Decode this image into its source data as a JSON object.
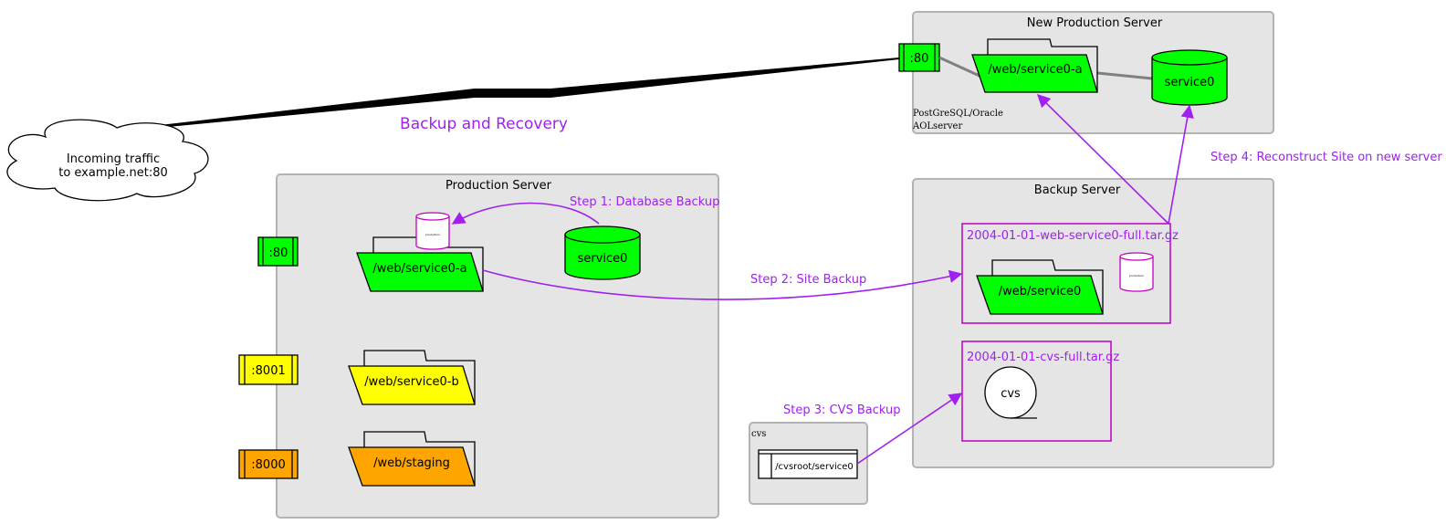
{
  "title": "Backup and Recovery",
  "cloud": {
    "line1": "Incoming traffic",
    "line2": "to example.net:80"
  },
  "clusters": {
    "production": "Production Server",
    "new_production": "New Production Server",
    "backup": "Backup Server",
    "cvs": "cvs"
  },
  "new_production_notes": [
    "PostGreSQL/Oracle",
    "AOLserver"
  ],
  "ports": {
    "p80": ":80",
    "p8001": ":8001",
    "p8000": ":8000",
    "new80": ":80"
  },
  "folders": {
    "prod_a": "/web/service0-a",
    "prod_b": "/web/service0-b",
    "staging": "/web/staging",
    "new_a": "/web/service0-a",
    "backup_web": "/web/service0"
  },
  "databases": {
    "prod": "service0",
    "new": "service0",
    "small_prod": "production",
    "small_backup": "production"
  },
  "archives": {
    "web": "2004-01-01-web-service0-full.tar.gz",
    "cvs": "2004-01-01-cvs-full.tar.gz"
  },
  "cvs_node": "cvs",
  "cvsroot": "/cvsroot/service0",
  "steps": {
    "s1": "Step 1: Database Backup",
    "s2": "Step 2: Site Backup",
    "s3": "Step 3: CVS Backup",
    "s4": "Step 4: Reconstruct Site on new server"
  },
  "colors": {
    "green": "#00ff00",
    "yellow": "#ffff00",
    "orange": "#ffa500",
    "purple": "#a020f0",
    "magenta": "#c000c0",
    "cluster_fill": "#e5e5e5"
  }
}
